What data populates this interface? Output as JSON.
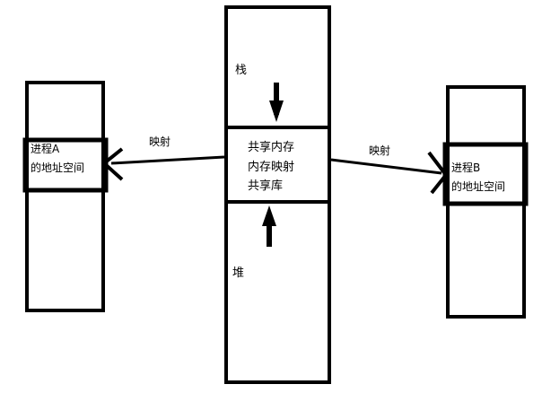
{
  "middle_column": {
    "stack_label": "栈",
    "heap_label": "堆",
    "shared_region": {
      "line1": "共享内存",
      "line2": "内存映射",
      "line3": "共享库"
    }
  },
  "process_a": {
    "line1": "进程A",
    "line2": "的地址空间"
  },
  "process_b": {
    "line1": "进程B",
    "line2": "的地址空间"
  },
  "mappings": {
    "left_label": "映射",
    "right_label": "映射"
  },
  "colors": {
    "stroke": "#000000",
    "background": "#ffffff"
  }
}
